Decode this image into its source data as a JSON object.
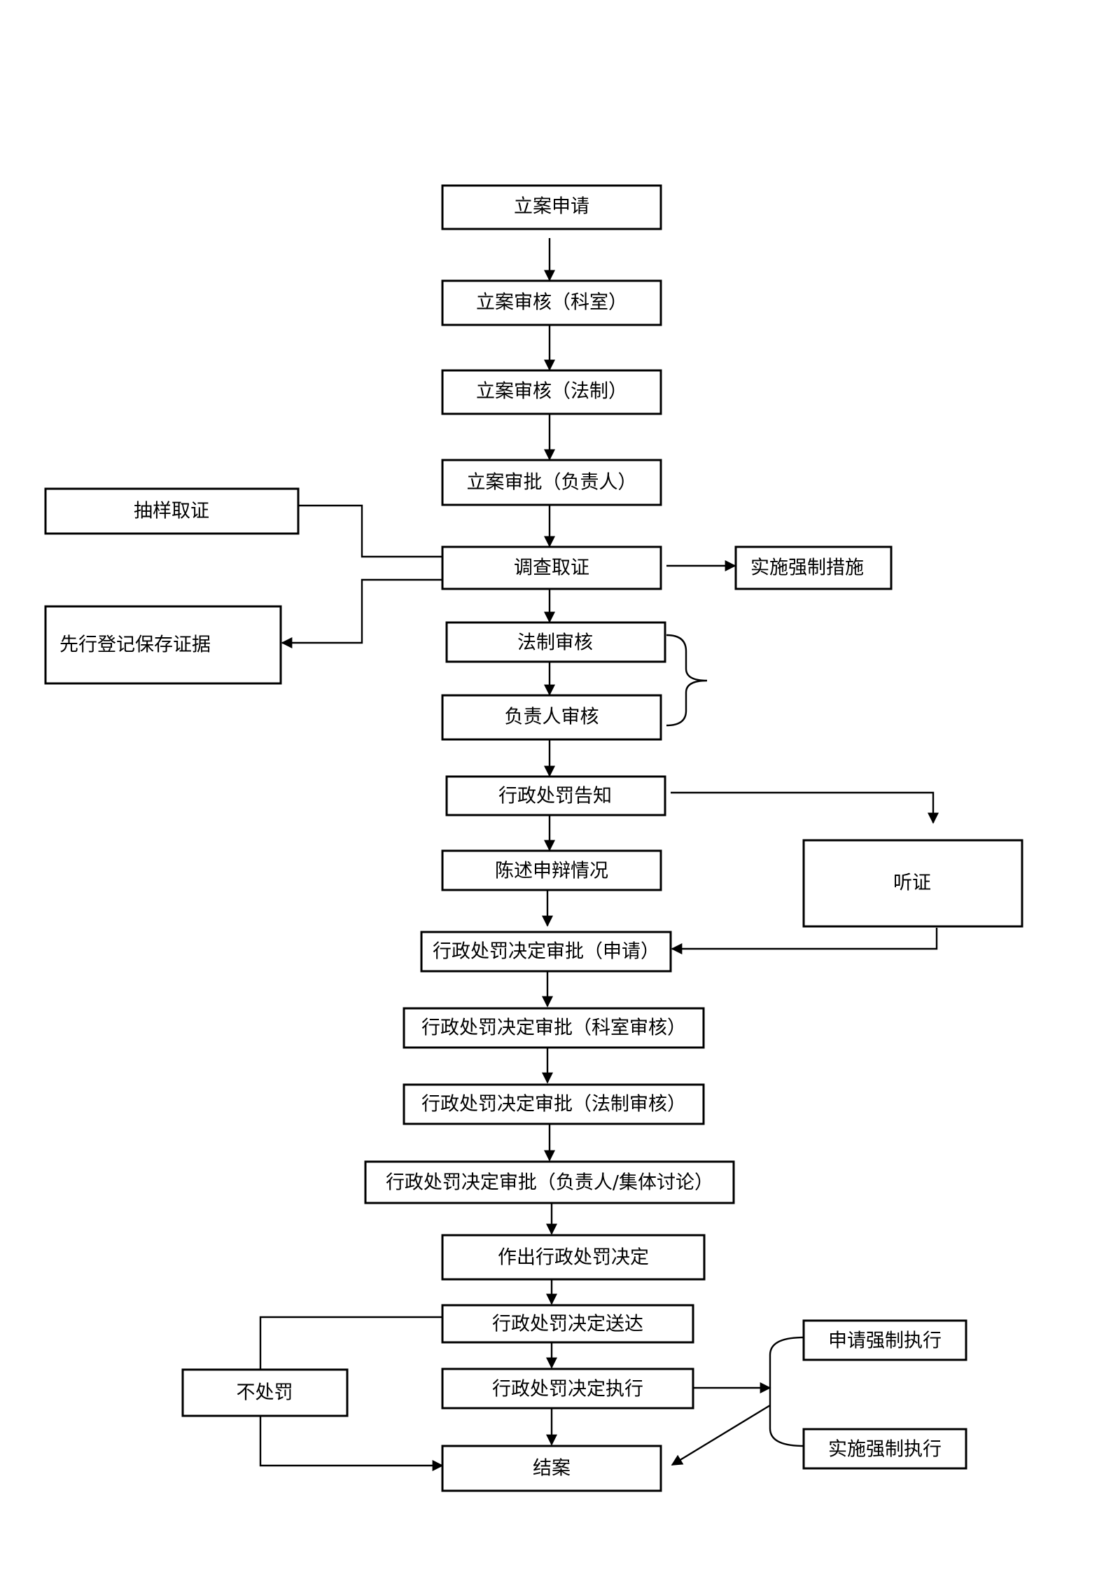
{
  "flowchart": {
    "nodes": {
      "filing_application": "立案申请",
      "filing_review_dept": "立案审核（科室）",
      "filing_review_legal": "立案审核（法制）",
      "filing_approval_head": "立案审批（负责人）",
      "sampling_evidence": "抽样取证",
      "investigation": "调查取证",
      "coercive_measures": "实施强制措施",
      "register_preserve_evidence": "先行登记保存证据",
      "legal_review": "法制审核",
      "head_review": "负责人审核",
      "penalty_notice": "行政处罚告知",
      "statement_defense": "陈述申辩情况",
      "hearing": "听证",
      "decision_approval_application": "行政处罚决定审批（申请）",
      "decision_approval_dept": "行政处罚决定审批（科室审核）",
      "decision_approval_legal": "行政处罚决定审批（法制审核）",
      "decision_approval_head": "行政处罚决定审批（负责人/集体讨论）",
      "make_decision": "作出行政处罚决定",
      "decision_delivery": "行政处罚决定送达",
      "decision_execution": "行政处罚决定执行",
      "no_penalty": "不处罚",
      "apply_enforcement": "申请强制执行",
      "implement_enforcement": "实施强制执行",
      "case_closed": "结案"
    },
    "edges": [
      [
        "filing_application",
        "filing_review_dept"
      ],
      [
        "filing_review_dept",
        "filing_review_legal"
      ],
      [
        "filing_review_legal",
        "filing_approval_head"
      ],
      [
        "filing_approval_head",
        "investigation"
      ],
      [
        "sampling_evidence",
        "investigation"
      ],
      [
        "investigation",
        "coercive_measures"
      ],
      [
        "investigation",
        "register_preserve_evidence"
      ],
      [
        "investigation",
        "legal_review"
      ],
      [
        "legal_review",
        "head_review"
      ],
      [
        "head_review",
        "penalty_notice"
      ],
      [
        "penalty_notice",
        "statement_defense"
      ],
      [
        "penalty_notice",
        "hearing"
      ],
      [
        "statement_defense",
        "decision_approval_application"
      ],
      [
        "hearing",
        "decision_approval_application"
      ],
      [
        "decision_approval_application",
        "decision_approval_dept"
      ],
      [
        "decision_approval_dept",
        "decision_approval_legal"
      ],
      [
        "decision_approval_legal",
        "decision_approval_head"
      ],
      [
        "decision_approval_head",
        "make_decision"
      ],
      [
        "make_decision",
        "decision_delivery"
      ],
      [
        "decision_delivery",
        "decision_execution"
      ],
      [
        "decision_delivery",
        "no_penalty"
      ],
      [
        "no_penalty",
        "case_closed"
      ],
      [
        "decision_execution",
        "case_closed"
      ],
      [
        "decision_execution",
        "apply_enforcement"
      ],
      [
        "decision_execution",
        "implement_enforcement"
      ],
      [
        "implement_enforcement",
        "case_closed"
      ]
    ]
  }
}
